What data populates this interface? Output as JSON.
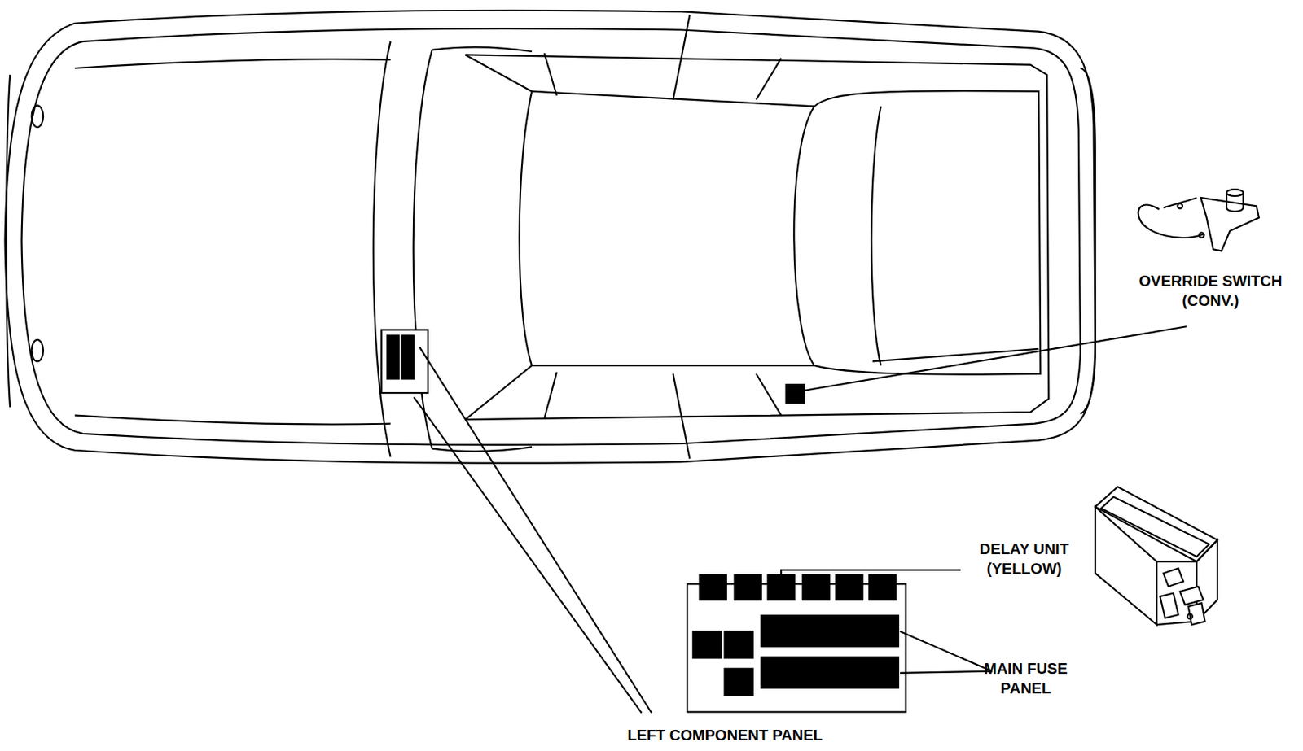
{
  "diagram": {
    "labels": [
      "OVERRIDE SWITCH (CONV.)",
      "DELAY UNIT (YELLOW)",
      "MAIN FUSE PANEL",
      "LEFT COMPONENT PANEL"
    ]
  }
}
